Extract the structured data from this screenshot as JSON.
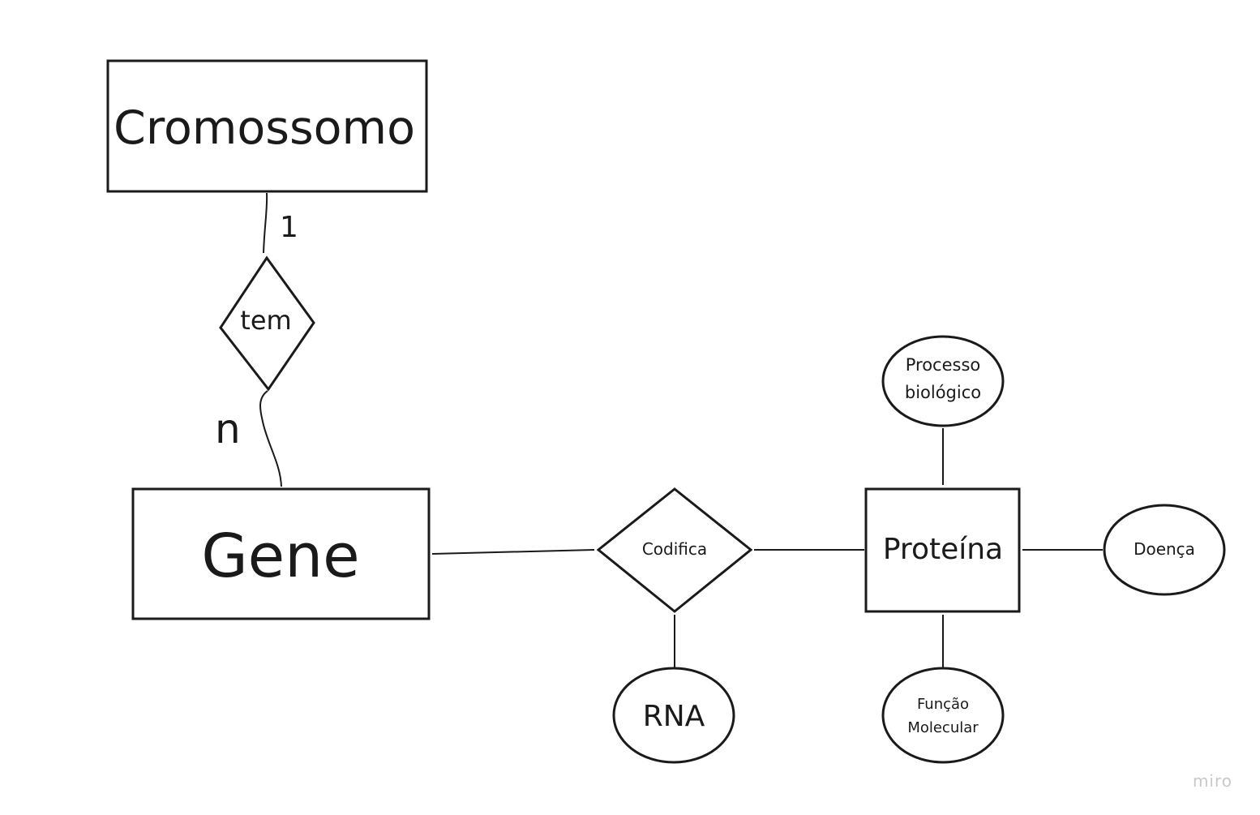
{
  "entities": {
    "cromossomo": "Cromossomo",
    "gene": "Gene",
    "proteina": "Proteína"
  },
  "relationships": {
    "tem": "tem",
    "codifica": "Codifica"
  },
  "attributes": {
    "processo_biologico": [
      "Processo",
      "biológico"
    ],
    "doenca": "Doença",
    "funcao_molecular": [
      "Função",
      "Molecular"
    ],
    "rna": "RNA"
  },
  "cardinalities": {
    "cromossomo_side": "1",
    "gene_side": "n"
  },
  "watermark": "miro",
  "colors": {
    "stroke": "#1a1a1a",
    "background": "#ffffff",
    "watermark": "#c9c9c9"
  }
}
